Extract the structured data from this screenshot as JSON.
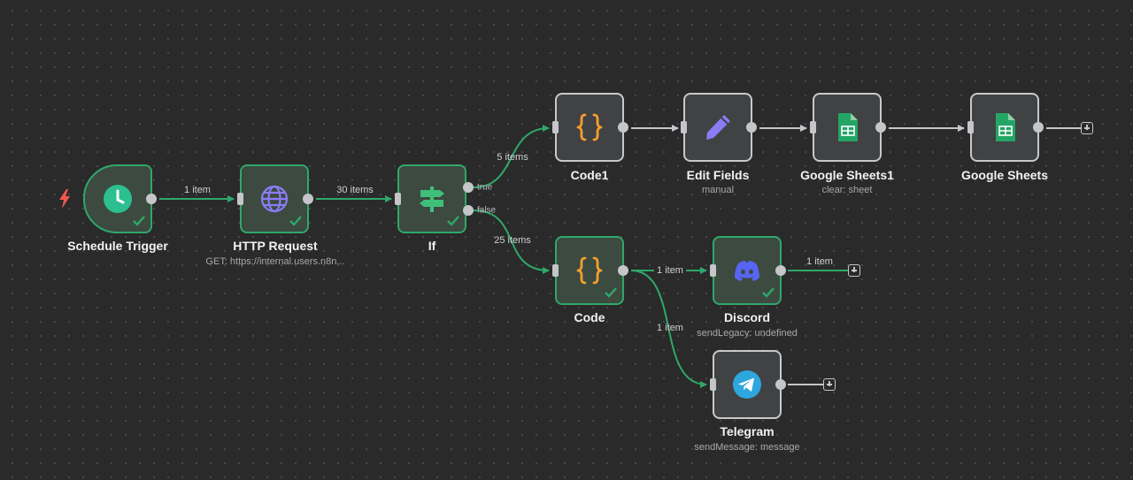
{
  "canvas": {
    "accent_success": "#2fa86a",
    "edge_color_success": "#2fa86a",
    "edge_color_default": "#c4c6c9",
    "trigger_icon": "lightning-bolt-icon"
  },
  "nodes": {
    "schedule_trigger": {
      "title": "Schedule Trigger",
      "icon": "clock-icon",
      "status": "success"
    },
    "http_request": {
      "title": "HTTP Request",
      "subtitle": "GET: https://internal.users.n8n...",
      "icon": "globe-icon",
      "status": "success"
    },
    "if": {
      "title": "If",
      "icon": "signpost-icon",
      "status": "success",
      "true_label": "true",
      "false_label": "false"
    },
    "code1": {
      "title": "Code1",
      "icon": "braces-icon"
    },
    "edit_fields": {
      "title": "Edit Fields",
      "subtitle": "manual",
      "icon": "pencil-icon"
    },
    "google_sheets1": {
      "title": "Google Sheets1",
      "subtitle": "clear: sheet",
      "icon": "google-sheets-icon"
    },
    "google_sheets": {
      "title": "Google Sheets",
      "icon": "google-sheets-icon"
    },
    "code": {
      "title": "Code",
      "icon": "braces-icon",
      "status": "success"
    },
    "discord": {
      "title": "Discord",
      "subtitle": "sendLegacy: undefined",
      "icon": "discord-icon",
      "status": "success"
    },
    "telegram": {
      "title": "Telegram",
      "subtitle": "sendMessage: message",
      "icon": "telegram-icon"
    }
  },
  "edges": {
    "trigger_http": "1 item",
    "http_if": "30 items",
    "if_true_code1": "5 items",
    "if_false_code": "25 items",
    "code_discord": "1 item",
    "code_telegram": "1 item",
    "discord_out": "1 item"
  }
}
